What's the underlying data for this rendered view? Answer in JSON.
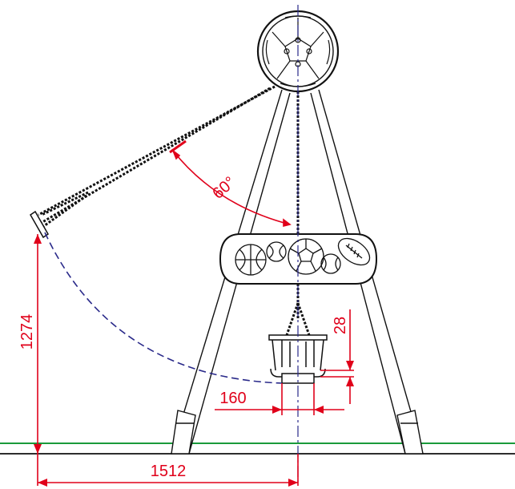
{
  "dimensions": {
    "angle_label": "60°",
    "height_label": "1274",
    "width_label": "1512",
    "seat_width_label": "160",
    "seat_height_label": "28"
  },
  "colors": {
    "line": "#111111",
    "dimension": "#e0001a",
    "swing_arc": "#2a2a8a",
    "ground": "#1a9a3a"
  },
  "icons": {
    "top_panel": "soccer-ball-icon",
    "middle_panel": [
      "basketball-icon",
      "tennis-ball-icon",
      "soccer-ball-icon",
      "baseball-icon",
      "american-football-icon"
    ]
  }
}
